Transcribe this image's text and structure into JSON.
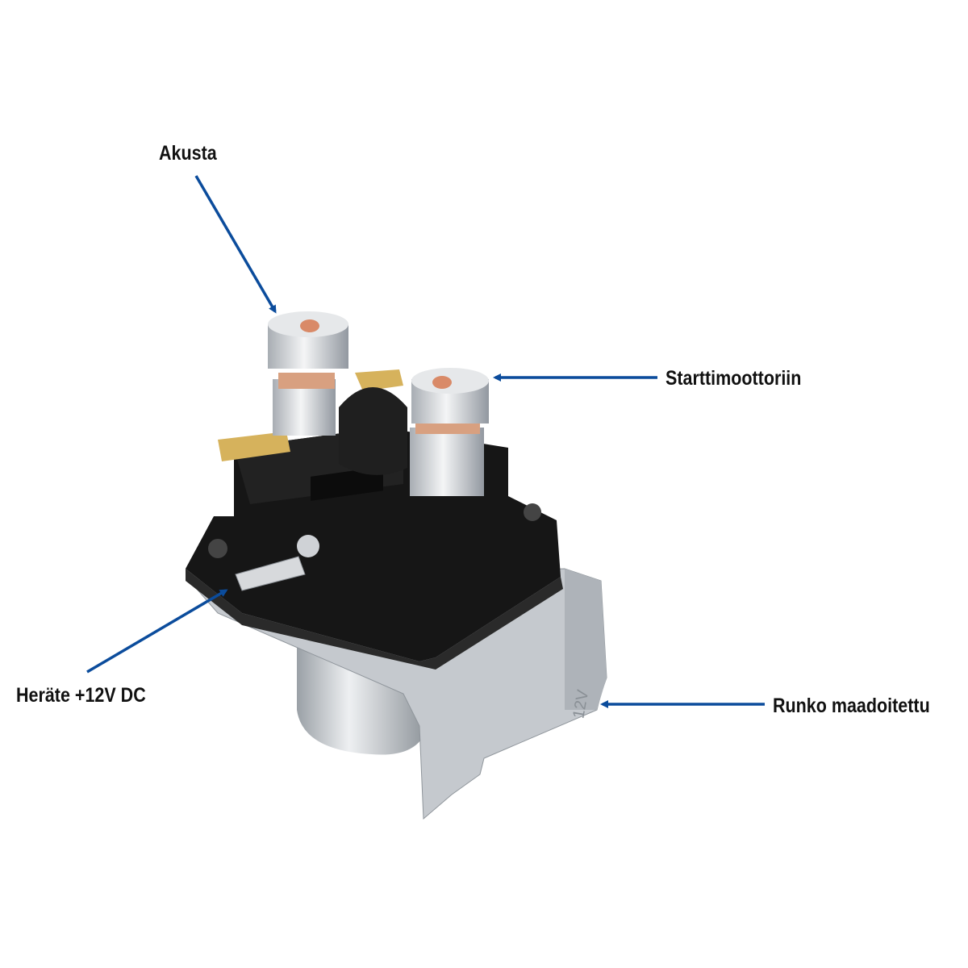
{
  "labels": {
    "battery": "Akusta",
    "starter_motor": "Starttimoottoriin",
    "trigger": "Heräte +12V DC",
    "ground": "Runko maadoitettu"
  },
  "product_marking": "12V",
  "colors": {
    "arrow": "#0b4c9c",
    "body": "#151515",
    "metal": "#c9ccd0",
    "brass": "#c9a24a",
    "copper": "#d98a68"
  }
}
